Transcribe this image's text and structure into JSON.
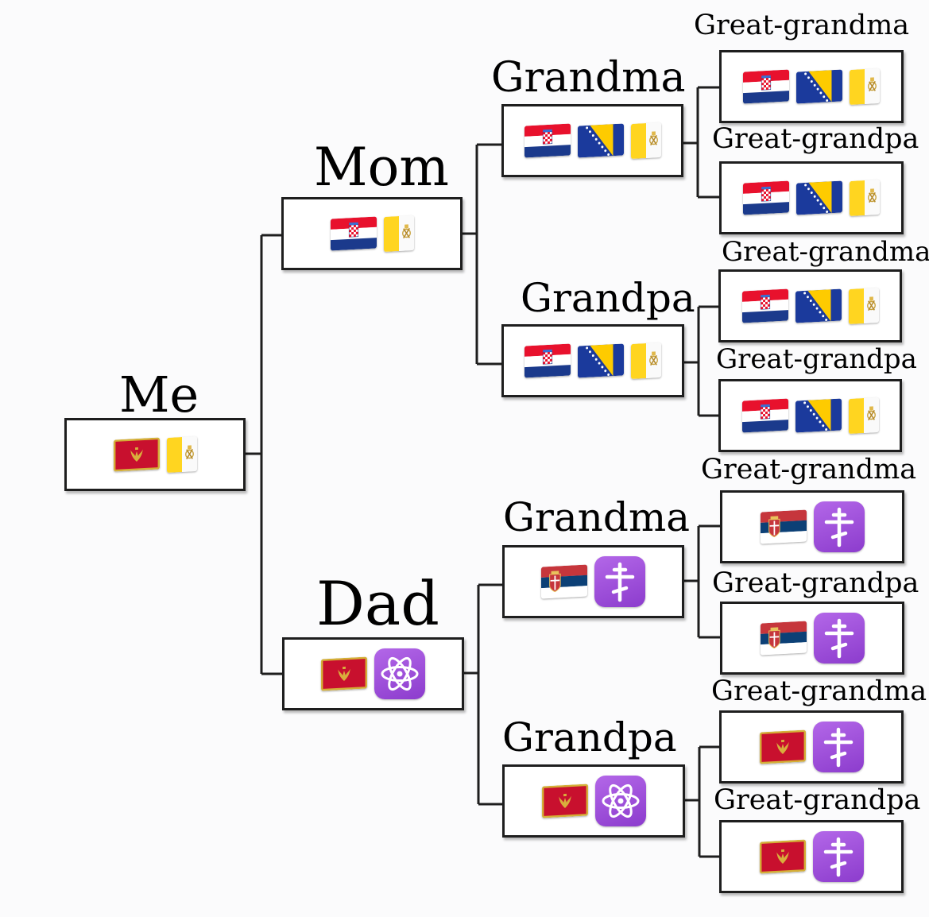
{
  "tree": {
    "me": {
      "label": "Me",
      "icons": [
        "montenegro-flag",
        "vatican-flag"
      ]
    },
    "mom": {
      "label": "Mom",
      "icons": [
        "croatia-flag",
        "vatican-flag"
      ]
    },
    "dad": {
      "label": "Dad",
      "icons": [
        "montenegro-flag",
        "atom-symbol"
      ]
    },
    "mom_grandma": {
      "label": "Grandma",
      "icons": [
        "croatia-flag",
        "bosnia-flag",
        "vatican-flag"
      ]
    },
    "mom_grandpa": {
      "label": "Grandpa",
      "icons": [
        "croatia-flag",
        "bosnia-flag",
        "vatican-flag"
      ]
    },
    "dad_grandma": {
      "label": "Grandma",
      "icons": [
        "serbia-flag",
        "orthodox-cross"
      ]
    },
    "dad_grandpa": {
      "label": "Grandpa",
      "icons": [
        "montenegro-flag",
        "atom-symbol"
      ]
    },
    "gg1": {
      "label": "Great-grandma",
      "icons": [
        "croatia-flag",
        "bosnia-flag",
        "vatican-flag"
      ]
    },
    "gg2": {
      "label": "Great-grandpa",
      "icons": [
        "croatia-flag",
        "bosnia-flag",
        "vatican-flag"
      ]
    },
    "gg3": {
      "label": "Great-grandma",
      "icons": [
        "croatia-flag",
        "bosnia-flag",
        "vatican-flag"
      ]
    },
    "gg4": {
      "label": "Great-grandpa",
      "icons": [
        "croatia-flag",
        "bosnia-flag",
        "vatican-flag"
      ]
    },
    "gg5": {
      "label": "Great-grandma",
      "icons": [
        "serbia-flag",
        "orthodox-cross"
      ]
    },
    "gg6": {
      "label": "Great-grandpa",
      "icons": [
        "serbia-flag",
        "orthodox-cross"
      ]
    },
    "gg7": {
      "label": "Great-grandma",
      "icons": [
        "montenegro-flag",
        "orthodox-cross"
      ]
    },
    "gg8": {
      "label": "Great-grandpa",
      "icons": [
        "montenegro-flag",
        "orthodox-cross"
      ]
    }
  }
}
